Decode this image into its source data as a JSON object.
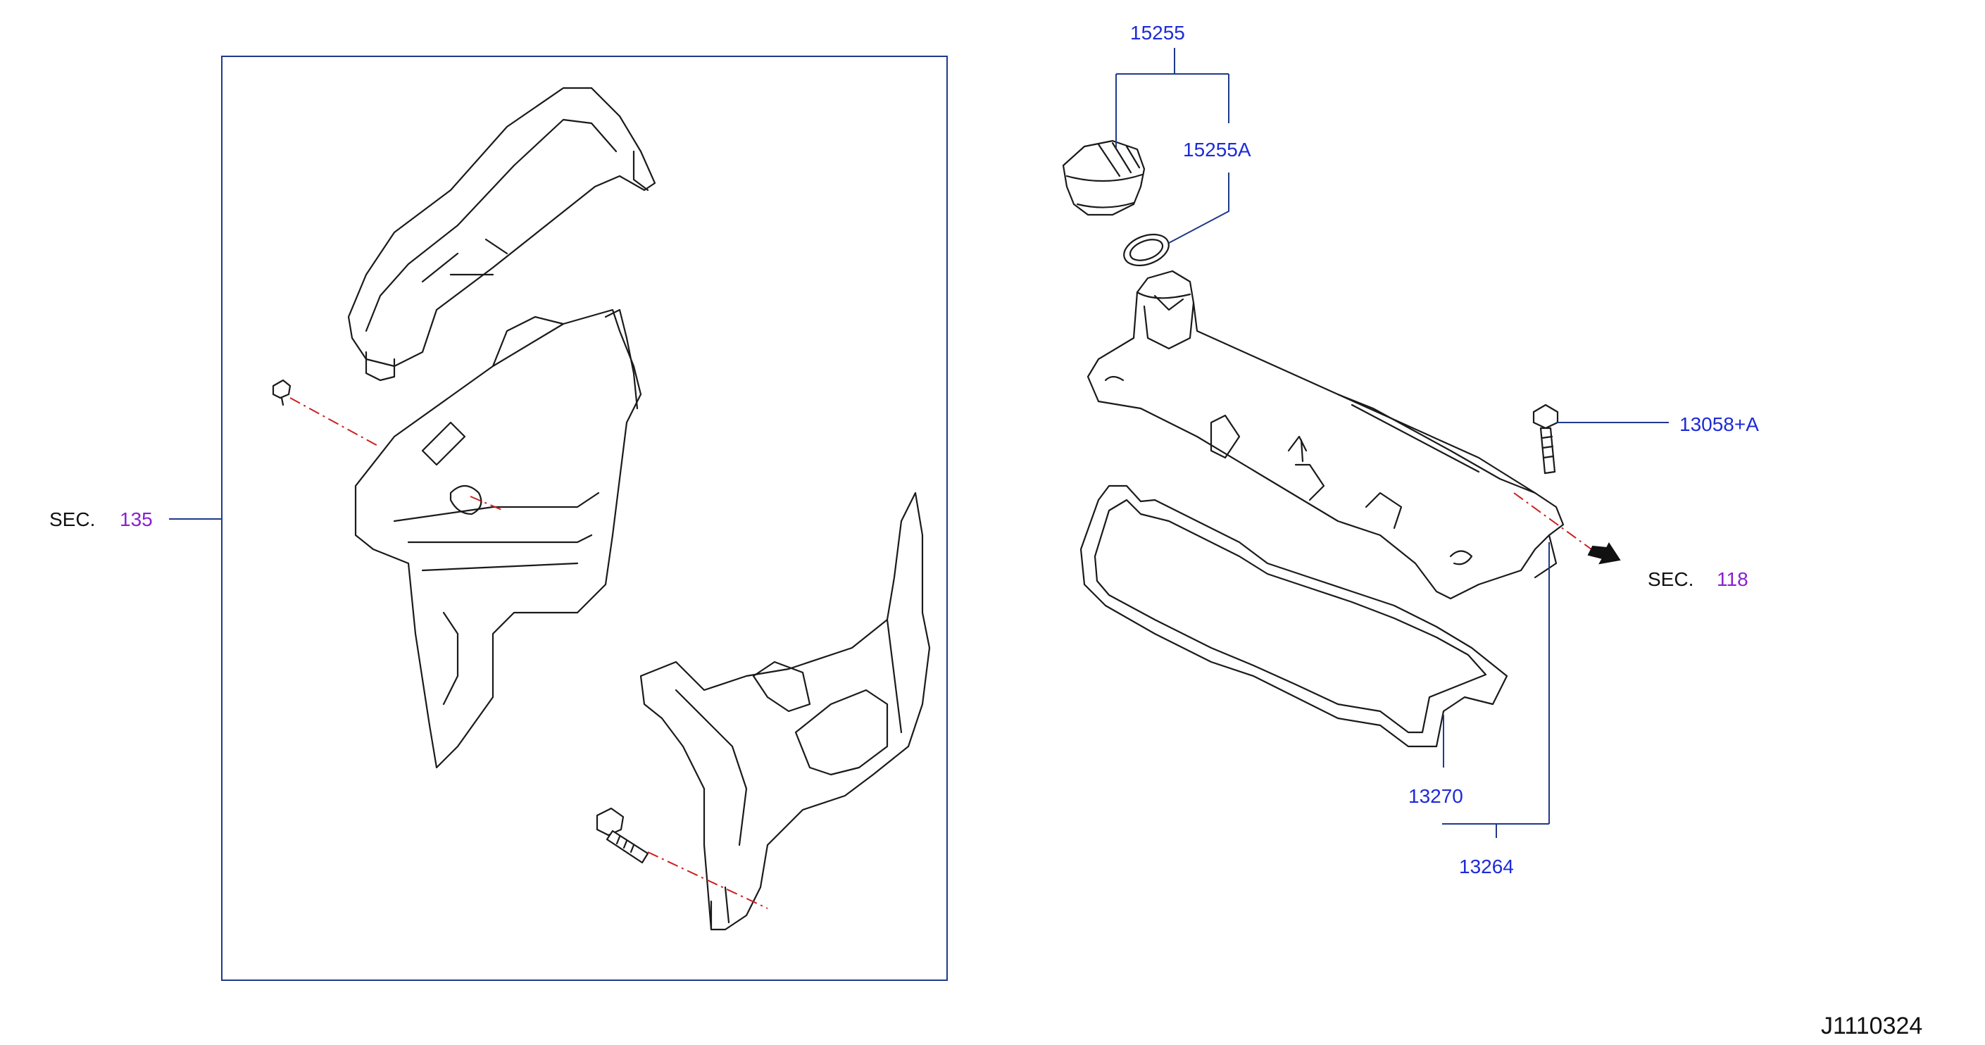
{
  "labels": {
    "sec_left_prefix": "SEC.",
    "sec_left_num": "135",
    "sec_right_prefix": "SEC.",
    "sec_right_num": "118",
    "p15255": "15255",
    "p15255A": "15255A",
    "p13058A": "13058+A",
    "p13270": "13270",
    "p13264": "13264",
    "diagram_code": "J1110324"
  },
  "colors": {
    "part_number": "#1d2bd6",
    "section_ref": "#8a1fd1",
    "leader_line": "#1e3a8a",
    "center_line": "#cc1f1f",
    "outline": "#1a1a1a"
  }
}
